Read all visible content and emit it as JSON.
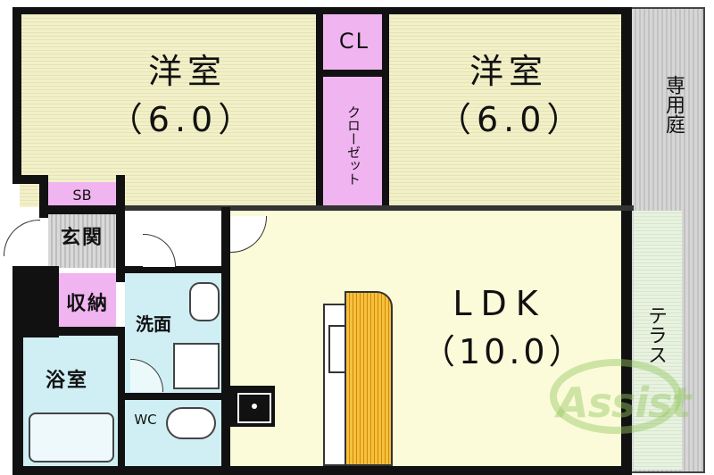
{
  "rooms": {
    "western1": {
      "name": "洋室",
      "size": "（6.0）"
    },
    "western2": {
      "name": "洋室",
      "size": "（6.0）"
    },
    "closet_small": "CL",
    "closet_tall": "クローゼット",
    "sb": "SB",
    "genkan": "玄関",
    "storage": "収納",
    "washroom": "洗面",
    "bath": "浴室",
    "wc": "WC",
    "ldk": {
      "name": "LDK",
      "size": "（10.0）"
    },
    "garden": "専用庭",
    "terrace": "テラス"
  },
  "logo": {
    "text": "Assist"
  },
  "colors": {
    "western": "#f2f0c9",
    "closet": "#f0b4f0",
    "wet": "#cfeff5",
    "ldk": "#fbfbd9",
    "terrace": "#e8f2e0",
    "garden": "#d0d0d0",
    "logo": "#96c864"
  }
}
